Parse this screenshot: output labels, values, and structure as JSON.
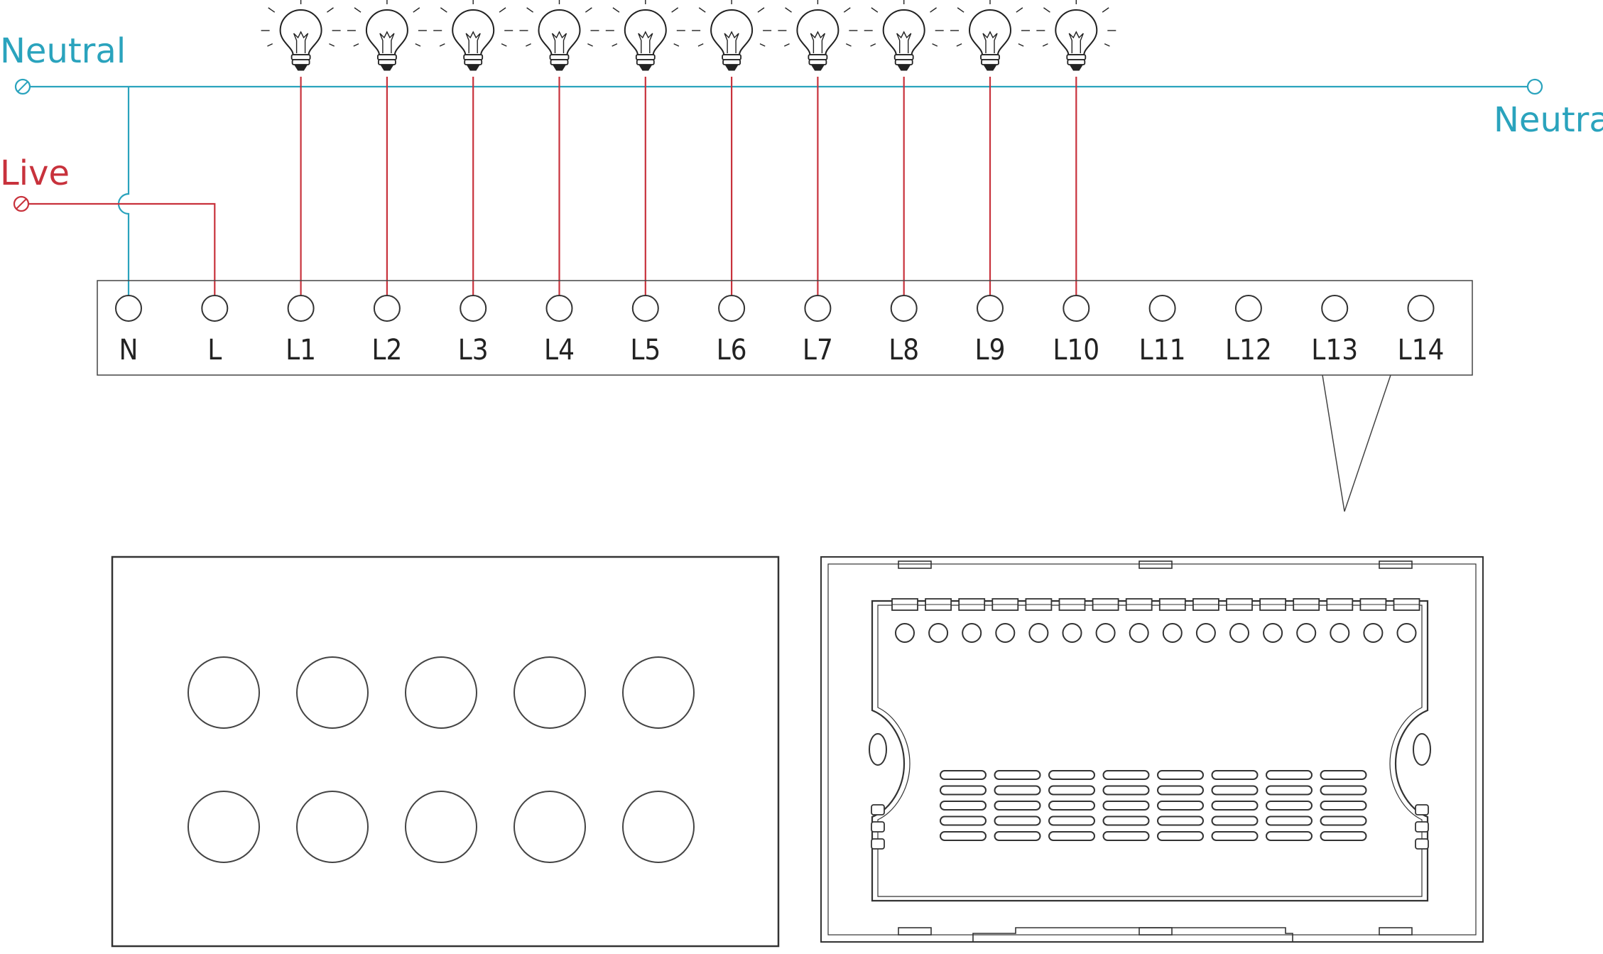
{
  "colors": {
    "neutral": "#2aa3bd",
    "live": "#c8323c",
    "outline": "#333333",
    "label": "#222222"
  },
  "wiring": {
    "neutral_left_label": "Neutral",
    "neutral_right_label": "Neutral",
    "live_label": "Live"
  },
  "terminals": [
    {
      "label": "N",
      "connection": "neutral"
    },
    {
      "label": "L",
      "connection": "live"
    },
    {
      "label": "L1",
      "connection": "lamp"
    },
    {
      "label": "L2",
      "connection": "lamp"
    },
    {
      "label": "L3",
      "connection": "lamp"
    },
    {
      "label": "L4",
      "connection": "lamp"
    },
    {
      "label": "L5",
      "connection": "lamp"
    },
    {
      "label": "L6",
      "connection": "lamp"
    },
    {
      "label": "L7",
      "connection": "lamp"
    },
    {
      "label": "L8",
      "connection": "lamp"
    },
    {
      "label": "L9",
      "connection": "lamp"
    },
    {
      "label": "L10",
      "connection": "lamp"
    },
    {
      "label": "L11",
      "connection": "none"
    },
    {
      "label": "L12",
      "connection": "none"
    },
    {
      "label": "L13",
      "connection": "none"
    },
    {
      "label": "L14",
      "connection": "none"
    }
  ],
  "front_panel": {
    "rows": 2,
    "buttons_per_row": 5
  },
  "back_panel": {
    "terminal_count": 16,
    "vent_columns": 8,
    "vent_rows": 5
  },
  "icons": [
    "lamp-icon",
    "terminal-screw-icon",
    "wire-terminal-icon",
    "touch-button-icon"
  ]
}
